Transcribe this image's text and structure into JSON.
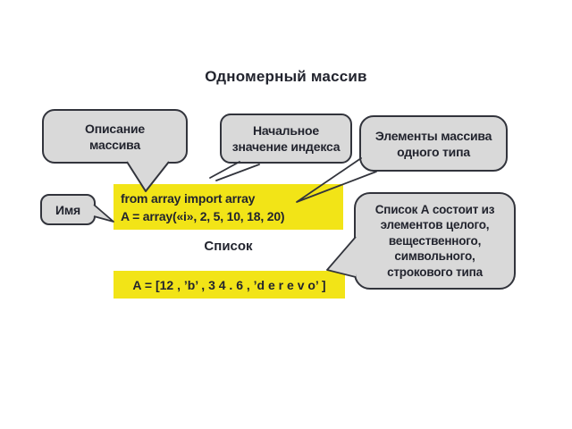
{
  "title": "Одномерный массив",
  "colors": {
    "ink": "#22242e",
    "bubble_fill": "#d9d9d9",
    "bubble_border": "#32343c",
    "highlight_yellow": "#f2e417",
    "background": "#ffffff"
  },
  "callouts": {
    "description": {
      "lines": [
        "Описание",
        "массива"
      ]
    },
    "initial_index": {
      "lines": [
        "Начальное",
        "значение индекса"
      ]
    },
    "same_type": {
      "lines": [
        "Элементы массива",
        "одного типа"
      ]
    },
    "name": {
      "lines": [
        "Имя"
      ]
    },
    "list_composition": {
      "lines": [
        "Список А состоит из",
        "элементов целого,",
        "вещественного,",
        "символьного,",
        "строкового типа"
      ]
    }
  },
  "code": {
    "array_block": {
      "lines": [
        "from array import array",
        "A = array(«i», 2, 5, 10, 18, 20)"
      ]
    },
    "list_label": "Список",
    "list_block": {
      "lines": [
        "A = [12 , ’b’ , 3 4 . 6 , ’d e r e v o’ ]"
      ]
    }
  }
}
